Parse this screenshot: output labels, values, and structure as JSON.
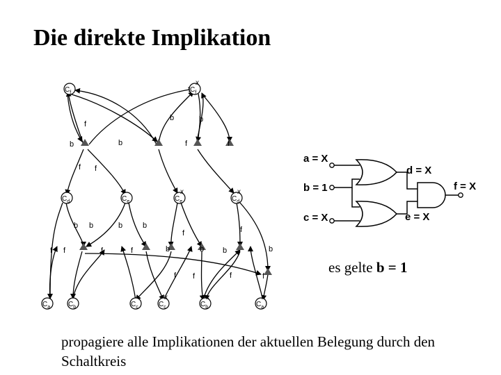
{
  "title": "Die direkte Implikation",
  "note": {
    "prefix": "es gelte",
    "value": "b = 1"
  },
  "caption": "propagiere alle Implikationen der aktuellen Belegung durch den Schaltkreis",
  "graph": {
    "nodes": {
      "cf": "C",
      "cf_sub": "f",
      "cfx": "C",
      "cfx_sub": "f",
      "cfx_sup": "x",
      "cd": "C",
      "cd_sub": "d",
      "ce": "C",
      "ce_sub": "e",
      "cex": "C",
      "cex_sub": "e",
      "cex_sup": "x",
      "cdx": "C",
      "cdx_sub": "d",
      "cdx_sup": "x",
      "ca": "C",
      "ca_sub": "a",
      "cb": "C",
      "cb_sub": "b",
      "cc": "C",
      "cc_sub": "c",
      "ccx": "C",
      "ccx_sub": "c",
      "ccx_sup": "x",
      "cbx": "C",
      "cbx_sub": "b",
      "cbx_sup": "x",
      "cax": "C",
      "cax_sub": "a",
      "cax_sup": "x"
    },
    "edge_labels": {
      "f1": "f",
      "b1": "b",
      "b2": "b",
      "b3": "b",
      "b4": "b",
      "f2": "f",
      "f3": "f",
      "f4": "f",
      "f5": "f",
      "b5": "b",
      "b6": "b",
      "b7": "b",
      "b8": "b",
      "f6": "f",
      "f7": "f",
      "f8": "f",
      "f9": "f",
      "f10": "f",
      "f11": "f",
      "b9": "b",
      "b10": "b",
      "b11": "b",
      "b12": "b",
      "f12": "f",
      "f13": "f",
      "f14": "f",
      "f15": "f"
    }
  },
  "circuit": {
    "a": "a = X",
    "b": "b = 1",
    "c": "c = X",
    "d": "d = X",
    "e": "e = X",
    "f": "f = X"
  }
}
